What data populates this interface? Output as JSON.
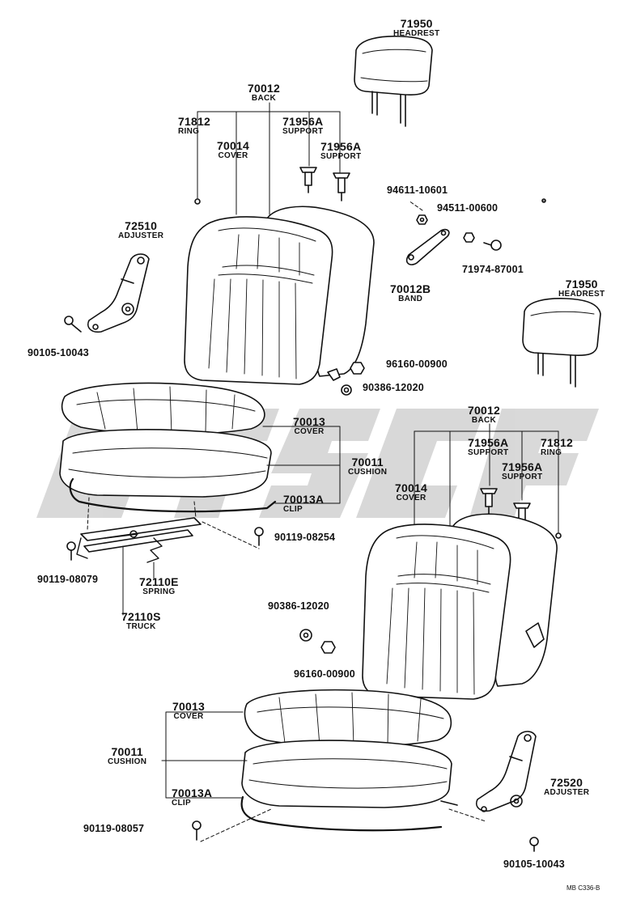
{
  "watermark": {
    "text": "CMS",
    "color": "#cccccc"
  },
  "line_color": "#111111",
  "drawing_code": "MB C336-B",
  "labels": {
    "headrest_top": {
      "number": "71950",
      "name": "HEADREST"
    },
    "back_top": {
      "number": "70012",
      "name": "BACK"
    },
    "ring_top": {
      "number": "71812",
      "name": "RING"
    },
    "cover_back_top": {
      "number": "70014",
      "name": "COVER"
    },
    "support_top_a": {
      "number": "71956A",
      "name": "SUPPORT"
    },
    "support_top_b": {
      "number": "71956A",
      "name": "SUPPORT"
    },
    "adjuster_top": {
      "number": "72510",
      "name": "ADJUSTER"
    },
    "bolt_top_left": {
      "number": "90105-10043"
    },
    "nut_94611": {
      "number": "94611-10601"
    },
    "nut_94511": {
      "number": "94511-00600"
    },
    "screw_71974": {
      "number": "71974-87001"
    },
    "band": {
      "number": "70012B",
      "name": "BAND"
    },
    "headrest_mid": {
      "number": "71950",
      "name": "HEADREST"
    },
    "bolt_96160_top": {
      "number": "96160-00900"
    },
    "nut_90386_top": {
      "number": "90386-12020"
    },
    "cover_cushion_top": {
      "number": "70013",
      "name": "COVER"
    },
    "cushion_top": {
      "number": "70011",
      "name": "CUSHION"
    },
    "clip_top": {
      "number": "70013A",
      "name": "CLIP"
    },
    "bolt_90119_08254": {
      "number": "90119-08254"
    },
    "bolt_90119_08079": {
      "number": "90119-08079"
    },
    "spring": {
      "number": "72110E",
      "name": "SPRING"
    },
    "truck": {
      "number": "72110S",
      "name": "TRUCK"
    },
    "back_bottom": {
      "number": "70012",
      "name": "BACK"
    },
    "support_bottom_a": {
      "number": "71956A",
      "name": "SUPPORT"
    },
    "ring_bottom": {
      "number": "71812",
      "name": "RING"
    },
    "support_bottom_b": {
      "number": "71956A",
      "name": "SUPPORT"
    },
    "cover_back_bottom": {
      "number": "70014",
      "name": "COVER"
    },
    "nut_90386_bottom": {
      "number": "90386-12020"
    },
    "bolt_96160_bottom": {
      "number": "96160-00900"
    },
    "cover_cushion_bottom": {
      "number": "70013",
      "name": "COVER"
    },
    "cushion_bottom": {
      "number": "70011",
      "name": "CUSHION"
    },
    "clip_bottom": {
      "number": "70013A",
      "name": "CLIP"
    },
    "bolt_90119_08057": {
      "number": "90119-08057"
    },
    "adjuster_bottom": {
      "number": "72520",
      "name": "ADJUSTER"
    },
    "bolt_bottom_right": {
      "number": "90105-10043"
    }
  }
}
